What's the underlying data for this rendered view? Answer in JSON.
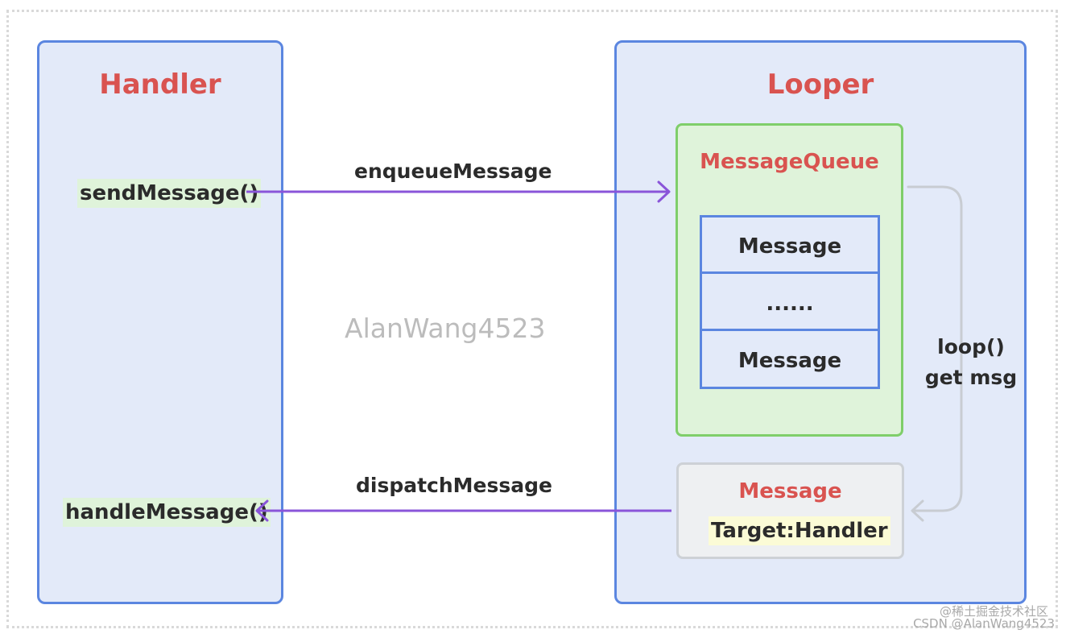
{
  "handler": {
    "title": "Handler",
    "send_method": "sendMessage()",
    "handle_method": "handleMessage()"
  },
  "looper": {
    "title": "Looper",
    "queue": {
      "title": "MessageQueue",
      "items": [
        "Message",
        "......",
        "Message"
      ]
    },
    "target_message": {
      "title": "Message",
      "target": "Target:Handler"
    },
    "loop_label": [
      "loop()",
      "get msg"
    ]
  },
  "arrows": {
    "enqueue": "enqueueMessage",
    "dispatch": "dispatchMessage"
  },
  "watermark": "AlanWang4523",
  "credits": [
    "@稀土掘金技术社区",
    "CSDN @AlanWang4523"
  ],
  "colors": {
    "panel_fill": "#e3eaf9",
    "panel_border": "#5b86e0",
    "title_red": "#d95350",
    "queue_fill": "#dff3da",
    "queue_border": "#7fce6a",
    "arrow_purple": "#8a55d9",
    "loop_arrow_gray": "#c8ccd2"
  }
}
